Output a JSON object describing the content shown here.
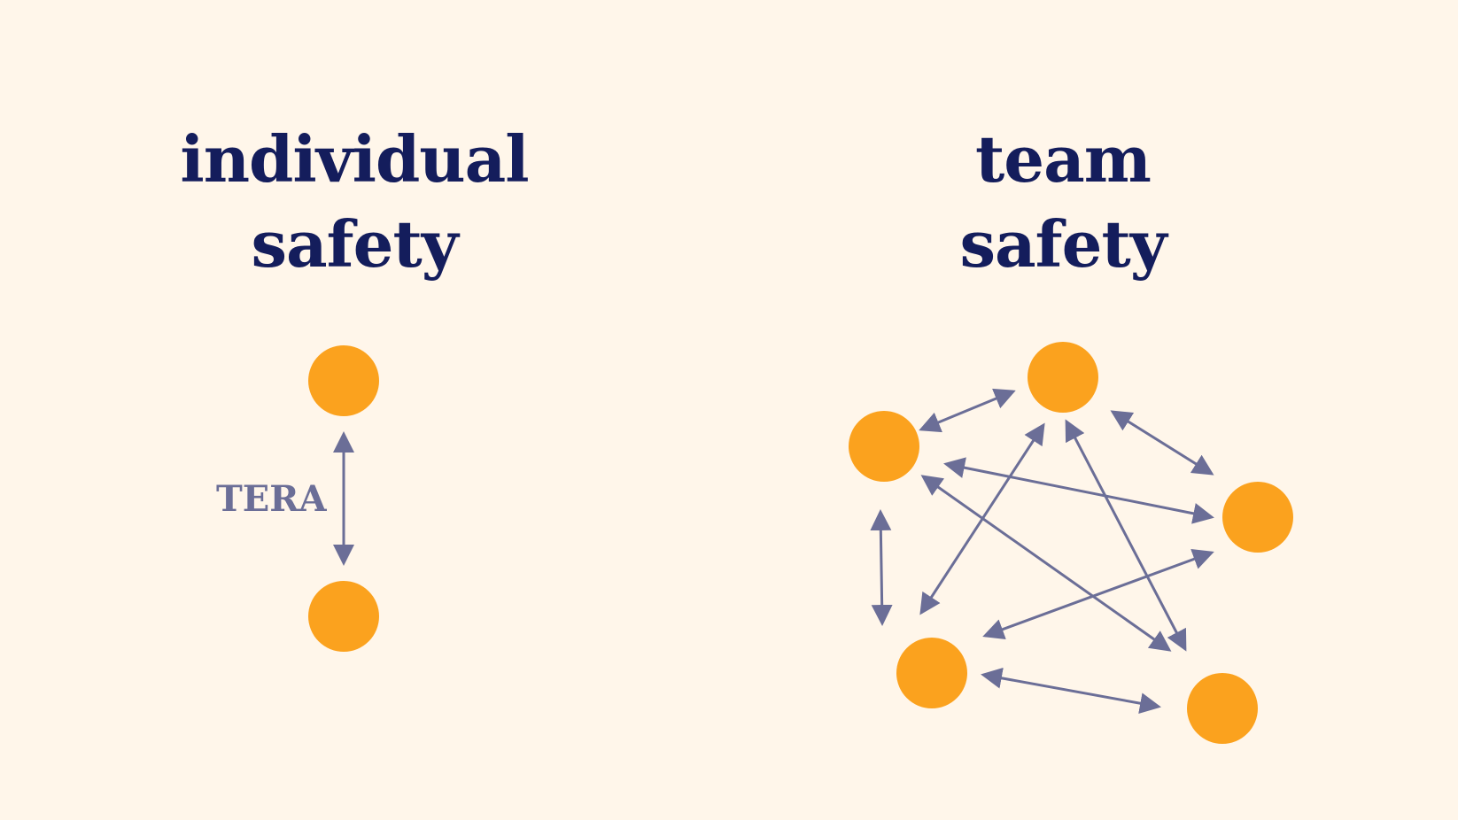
{
  "colors": {
    "background": "#FFF6EA",
    "heading": "#141D5C",
    "node": "#FBA21E",
    "arrow": "#6B6E97"
  },
  "individual": {
    "title_line1": "individual",
    "title_line2": "safety",
    "edge_label": "TERA"
  },
  "team": {
    "title_line1": "team",
    "title_line2": "safety"
  }
}
